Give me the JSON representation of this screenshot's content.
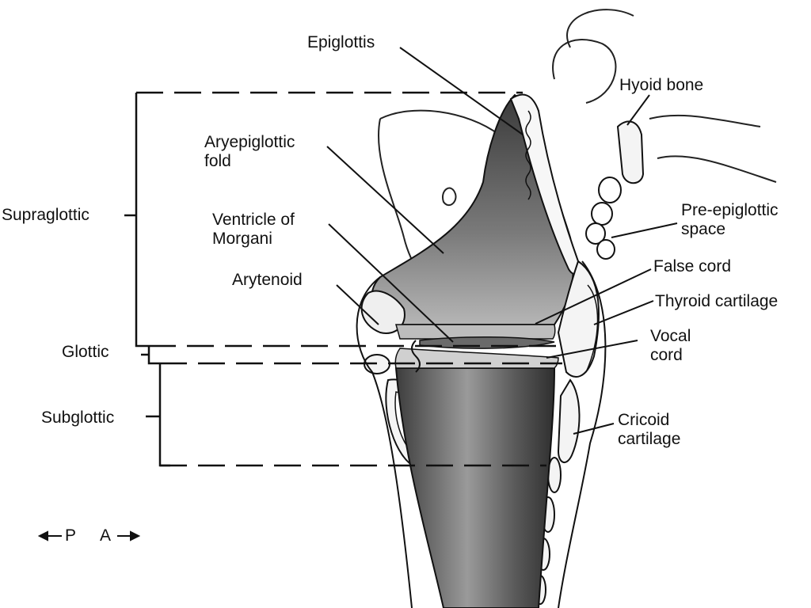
{
  "labels": {
    "epiglottis": "Epiglottis",
    "hyoid_bone": "Hyoid bone",
    "aryepiglottic_fold": [
      "Aryepiglottic",
      "fold"
    ],
    "pre_epiglottic_space": [
      "Pre-epiglottic",
      "space"
    ],
    "ventricle_of_morgani": [
      "Ventricle of",
      "Morgani"
    ],
    "false_cord": "False cord",
    "arytenoid": "Arytenoid",
    "thyroid_cartilage": "Thyroid cartilage",
    "vocal_cord": [
      "Vocal",
      "cord"
    ],
    "cricoid_cartilage": [
      "Cricoid",
      "cartilage"
    ],
    "supraglottic": "Supraglottic",
    "glottic": "Glottic",
    "subglottic": "Subglottic"
  },
  "orientation": {
    "posterior": "P",
    "anterior": "A"
  },
  "colors": {
    "ink": "#111111",
    "lumen_dark": "#4a4a4a",
    "lumen_mid": "#8c8c8c",
    "tissue": "#f2f2f2"
  }
}
